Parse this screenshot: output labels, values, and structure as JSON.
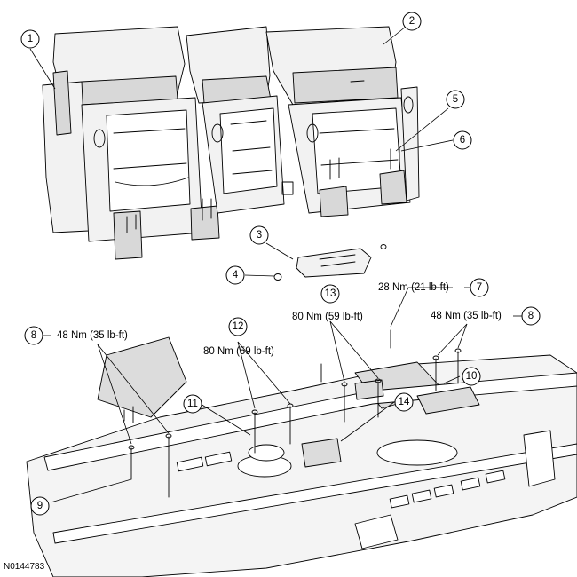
{
  "figure": {
    "id": "N0144783"
  },
  "callouts": [
    {
      "n": "1"
    },
    {
      "n": "2"
    },
    {
      "n": "3"
    },
    {
      "n": "4"
    },
    {
      "n": "5"
    },
    {
      "n": "6"
    },
    {
      "n": "7"
    },
    {
      "n": "8"
    },
    {
      "n": "8"
    },
    {
      "n": "9"
    },
    {
      "n": "10"
    },
    {
      "n": "11"
    },
    {
      "n": "12"
    },
    {
      "n": "13"
    },
    {
      "n": "14"
    }
  ],
  "torques": {
    "t7": "28 Nm (21 lb-ft)",
    "t8_left": "48 Nm (35 lb-ft)",
    "t8_right": "48 Nm (35 lb-ft)",
    "t12": "80 Nm (59 lb-ft)",
    "t13": "80 Nm (59 lb-ft)"
  }
}
